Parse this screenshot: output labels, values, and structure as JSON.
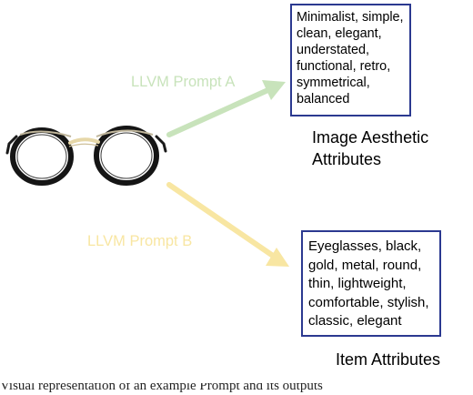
{
  "colors": {
    "prompt_a": "#c8e3bb",
    "prompt_b": "#f8e6a2",
    "box_border": "#2b3990",
    "frame": "#1a1a1a",
    "bridge": "#e6d7a8"
  },
  "prompt_a": {
    "label": "LLVM Prompt A",
    "box_text": "Minimalist, simple, clean, elegant, understated, functional, retro, symmetrical, balanced",
    "caption": "Image Aesthetic Attributes"
  },
  "prompt_b": {
    "label": "LLVM Prompt B",
    "box_text": "Eyeglasses, black, gold, metal, round, thin, lightweight, comfortable, stylish, classic, elegant",
    "caption": "Item Attributes"
  },
  "footer": {
    "text": "Visual representation of an example Prompt and its outputs"
  }
}
